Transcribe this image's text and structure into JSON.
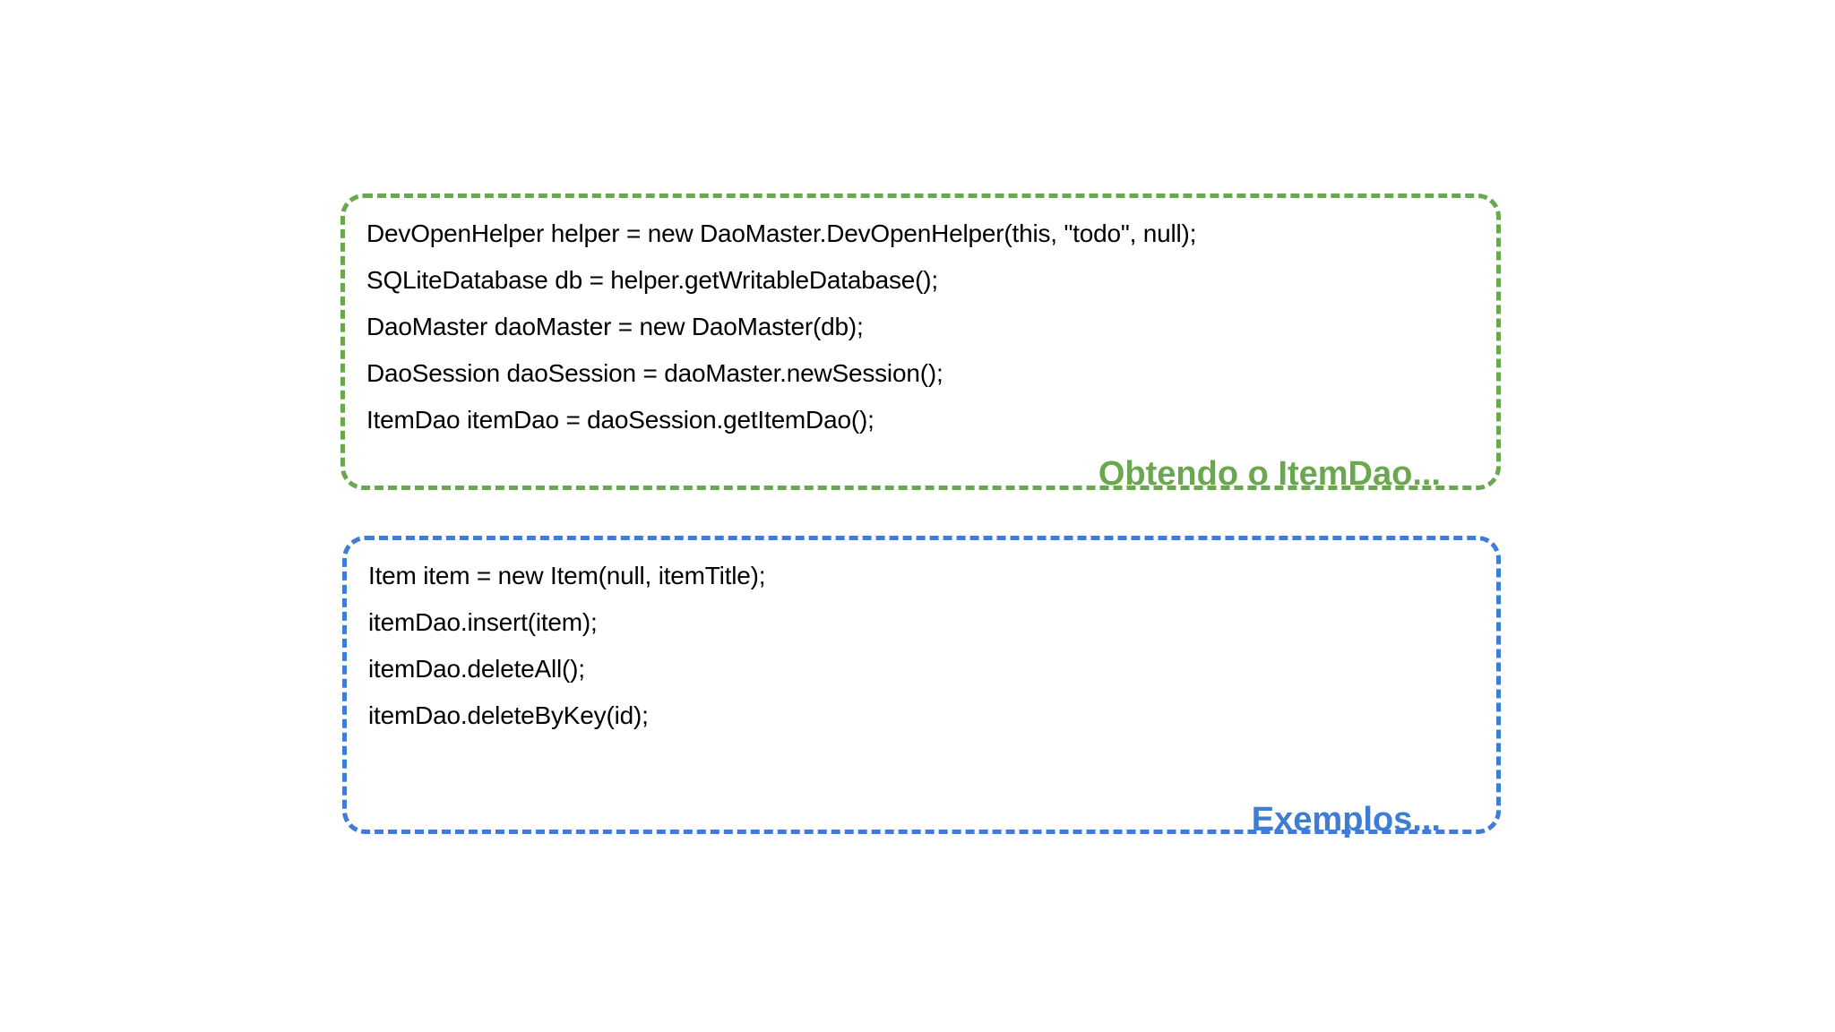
{
  "slide": {
    "background_color": "#ffffff"
  },
  "blocks": [
    {
      "id": "obtendo-item-dao",
      "accent_color": "#6aa84f",
      "caption": "Obtendo o ItemDao...",
      "lines": [
        "DevOpenHelper helper = new DaoMaster.DevOpenHelper(this, \"todo\", null);",
        "SQLiteDatabase db = helper.getWritableDatabase();",
        "DaoMaster daoMaster = new DaoMaster(db);",
        "DaoSession daoSession = daoMaster.newSession();",
        "ItemDao itemDao = daoSession.getItemDao();"
      ]
    },
    {
      "id": "exemplos",
      "accent_color": "#3d7dd4",
      "caption": "Exemplos...",
      "lines": [
        "Item item = new Item(null, itemTitle);",
        "",
        "",
        "itemDao.insert(item);",
        "itemDao.deleteAll();",
        "itemDao.deleteByKey(id);"
      ]
    }
  ]
}
